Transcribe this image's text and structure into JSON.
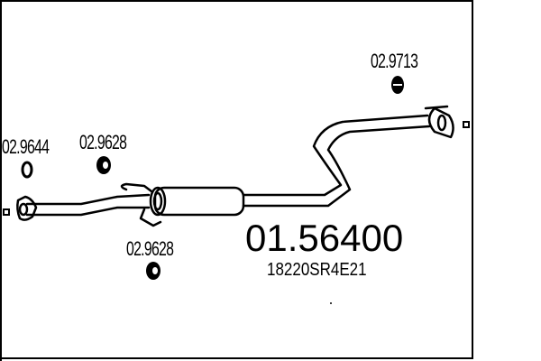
{
  "diagram": {
    "part_number": "01.56400",
    "oem_number": "18220SR4E21",
    "labels": [
      {
        "id": "hanger-left-ring",
        "text": "02.9644"
      },
      {
        "id": "hanger-upper-mid",
        "text": "02.9628"
      },
      {
        "id": "hanger-lower-mid",
        "text": "02.9628"
      },
      {
        "id": "hanger-right",
        "text": "02.9713"
      }
    ],
    "colors": {
      "line": "#000000",
      "background": "#ffffff"
    }
  }
}
